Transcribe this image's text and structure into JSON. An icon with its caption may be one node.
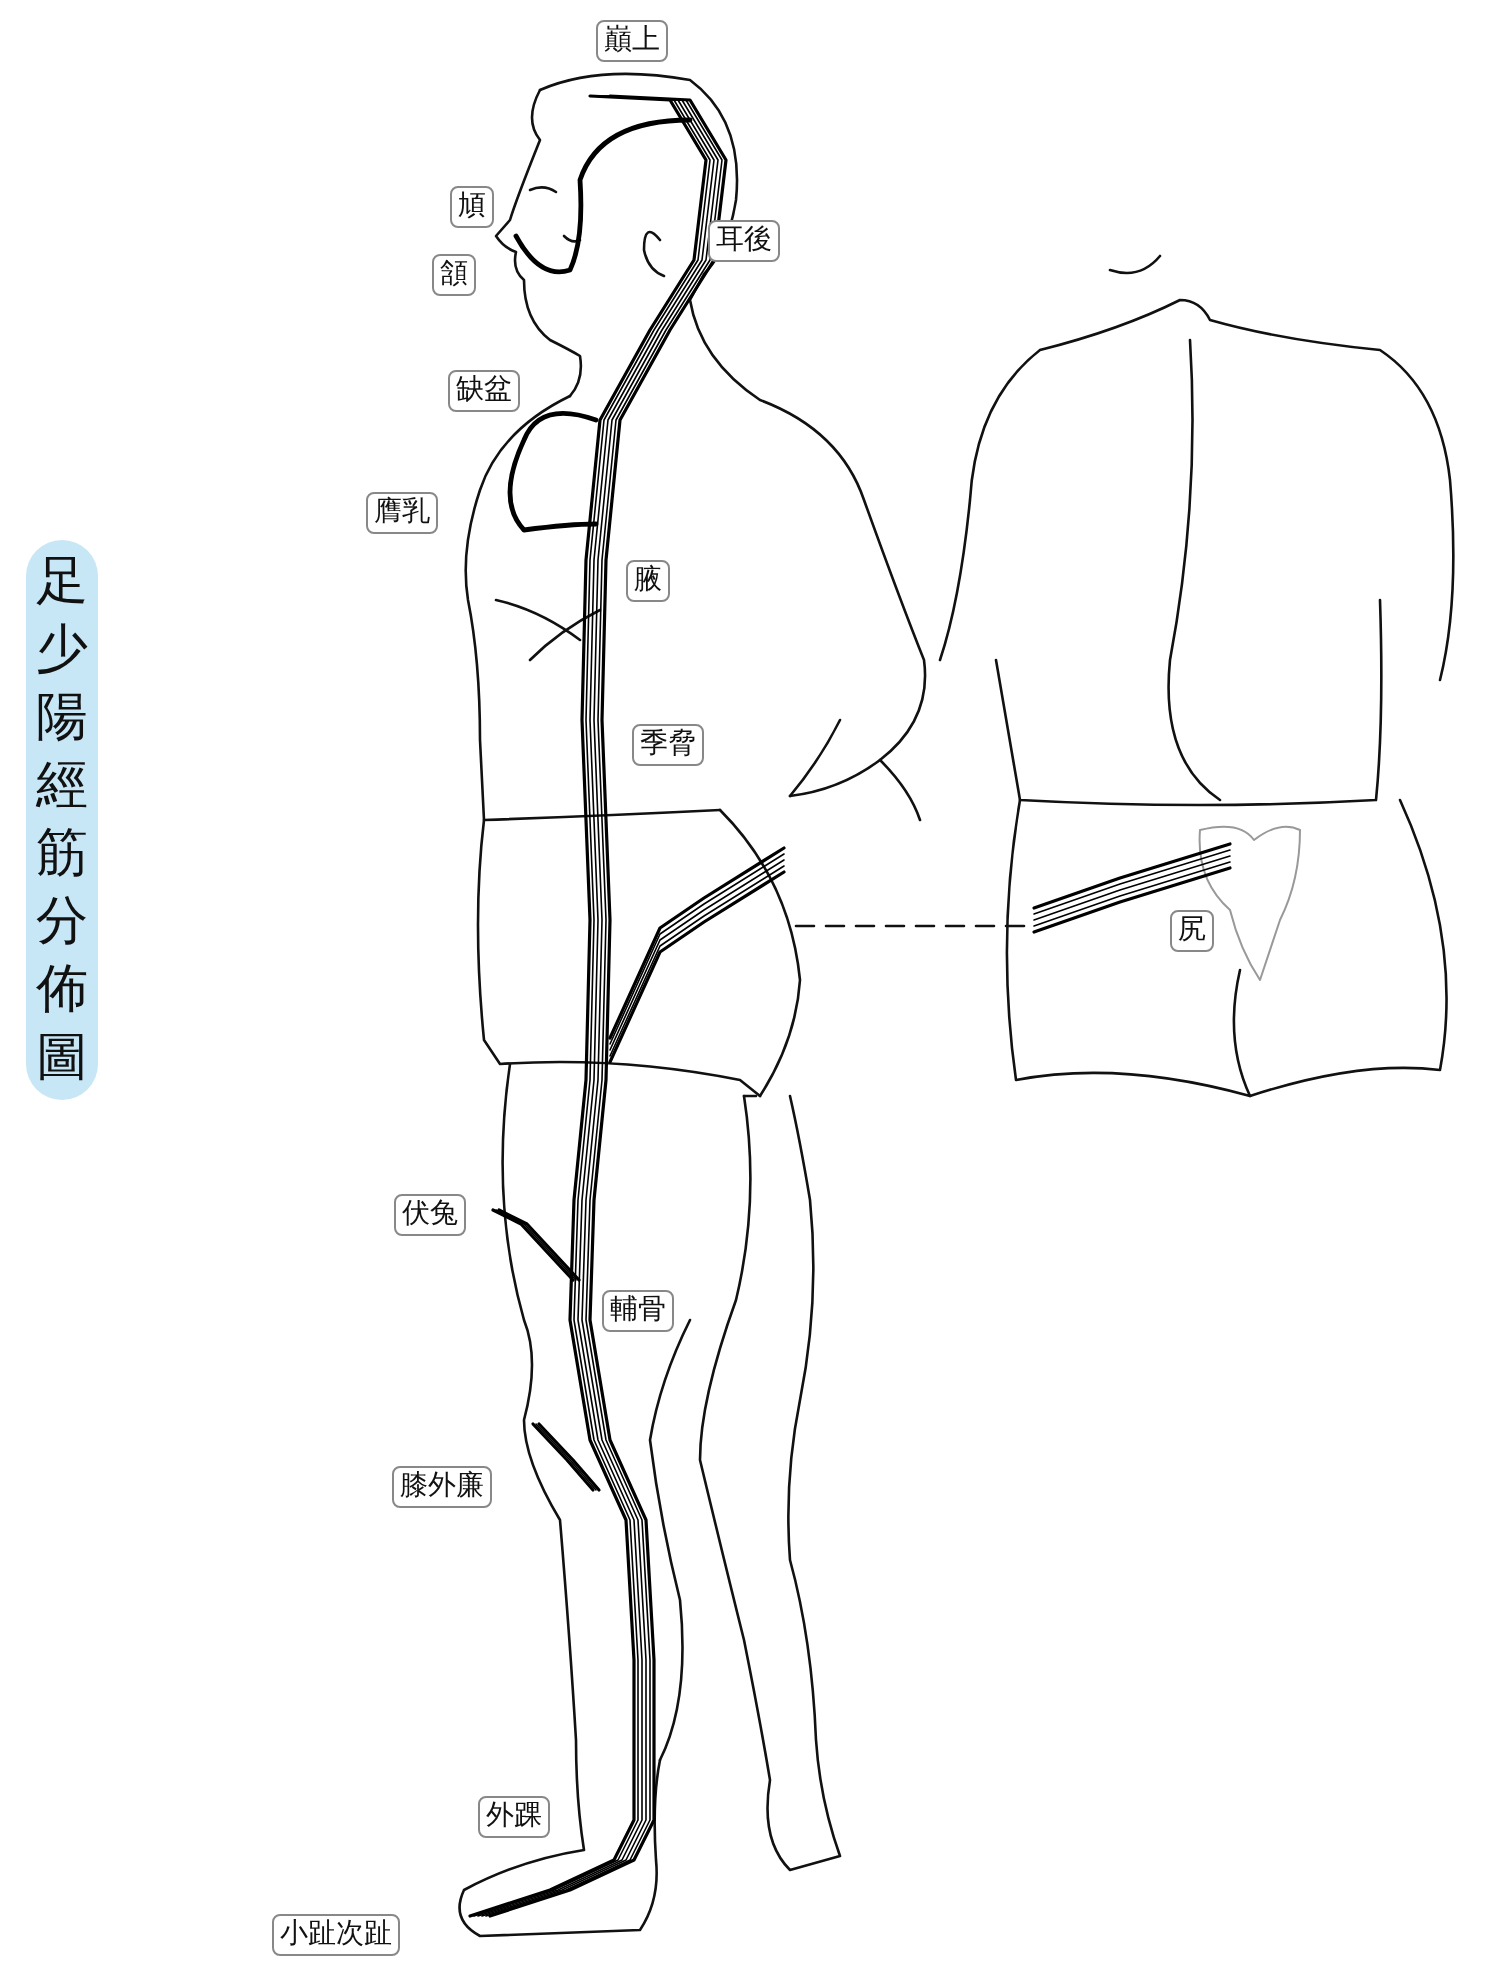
{
  "diagram": {
    "title": "足少陽經筋分佈圖",
    "labels": [
      "巔上",
      "頄",
      "耳後",
      "頷",
      "缺盆",
      "膺乳",
      "腋",
      "季脅",
      "尻",
      "伏兔",
      "輔骨",
      "膝外廉",
      "外踝",
      "小趾次趾"
    ]
  }
}
